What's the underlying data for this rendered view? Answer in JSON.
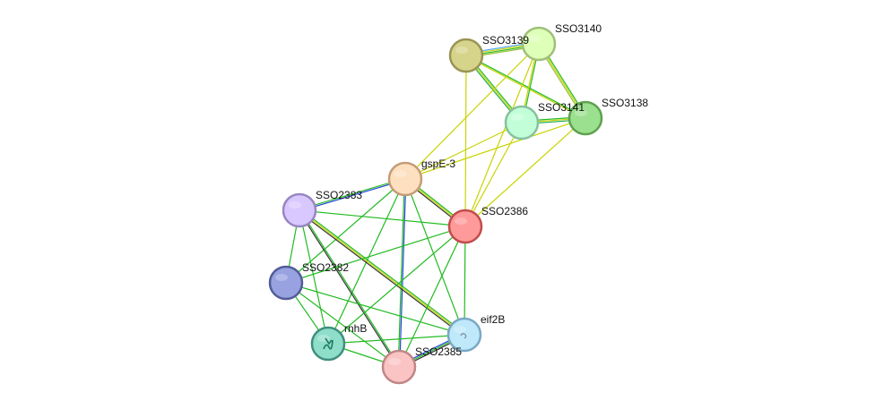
{
  "network": {
    "nodes": [
      {
        "id": "SSO3139",
        "label": "SSO3139",
        "fill": "#d6d38b",
        "stroke": "#9a9455"
      },
      {
        "id": "SSO3140",
        "label": "SSO3140",
        "fill": "#deffb8",
        "stroke": "#9fbf7a"
      },
      {
        "id": "SSO3141",
        "label": "SSO3141",
        "fill": "#c2ffd9",
        "stroke": "#86c29e"
      },
      {
        "id": "SSO3138",
        "label": "SSO3138",
        "fill": "#9be08f",
        "stroke": "#5ea14f"
      },
      {
        "id": "gspE-3",
        "label": "gspE-3",
        "fill": "#fde0bf",
        "stroke": "#c49c77"
      },
      {
        "id": "SSO2383",
        "label": "SSO2383",
        "fill": "#d9c8ff",
        "stroke": "#9886c1"
      },
      {
        "id": "SSO2386",
        "label": "SSO2386",
        "fill": "#ff9a9a",
        "stroke": "#c24c4c"
      },
      {
        "id": "SSO2382",
        "label": "SSO2382",
        "fill": "#98a2e1",
        "stroke": "#525c98"
      },
      {
        "id": "eif2B",
        "label": "eif2B",
        "fill": "#bfe8fb",
        "stroke": "#7aa8c2"
      },
      {
        "id": "rnhB",
        "label": "rnhB",
        "fill": "#8fdec9",
        "stroke": "#3e8f7e"
      },
      {
        "id": "SSO2385",
        "label": "SSO2385",
        "fill": "#fbc4c4",
        "stroke": "#c08686"
      }
    ],
    "edges": [
      {
        "source": "SSO3139",
        "target": "SSO3140",
        "colors": [
          "#5aa9ff",
          "#c8d400",
          "#22bb22",
          "#9bbf3a"
        ]
      },
      {
        "source": "SSO3139",
        "target": "SSO3141",
        "colors": [
          "#22bb22",
          "#c8d400",
          "#22aa55"
        ]
      },
      {
        "source": "SSO3139",
        "target": "SSO3138",
        "colors": [
          "#22bb22",
          "#c8d400"
        ]
      },
      {
        "source": "SSO3139",
        "target": "SSO2386",
        "colors": [
          "#c8d400"
        ]
      },
      {
        "source": "SSO3140",
        "target": "SSO3141",
        "colors": [
          "#22bb22",
          "#c8d400"
        ]
      },
      {
        "source": "SSO3140",
        "target": "SSO3138",
        "colors": [
          "#22bb22",
          "#c8d400",
          "#9bbf3a"
        ]
      },
      {
        "source": "SSO3140",
        "target": "gspE-3",
        "colors": [
          "#c8d400"
        ]
      },
      {
        "source": "SSO3140",
        "target": "SSO2386",
        "colors": [
          "#c8d400"
        ]
      },
      {
        "source": "SSO3141",
        "target": "SSO3138",
        "colors": [
          "#22bb22",
          "#c8d400",
          "#22aa55"
        ]
      },
      {
        "source": "SSO3141",
        "target": "gspE-3",
        "colors": [
          "#c8d400"
        ]
      },
      {
        "source": "SSO3141",
        "target": "SSO2386",
        "colors": [
          "#c8d400"
        ]
      },
      {
        "source": "SSO3138",
        "target": "gspE-3",
        "colors": [
          "#c8d400"
        ]
      },
      {
        "source": "SSO3138",
        "target": "SSO2386",
        "colors": [
          "#c8d400"
        ]
      },
      {
        "source": "gspE-3",
        "target": "SSO2386",
        "colors": [
          "#22bb22",
          "#c8d400",
          "#333333"
        ]
      },
      {
        "source": "gspE-3",
        "target": "SSO2383",
        "colors": [
          "#2244dd",
          "#22bb22"
        ]
      },
      {
        "source": "gspE-3",
        "target": "SSO2382",
        "colors": [
          "#22bb22"
        ]
      },
      {
        "source": "gspE-3",
        "target": "rnhB",
        "colors": [
          "#22bb22"
        ]
      },
      {
        "source": "gspE-3",
        "target": "SSO2385",
        "colors": [
          "#2244dd",
          "#22bb22"
        ]
      },
      {
        "source": "gspE-3",
        "target": "eif2B",
        "colors": [
          "#22bb22"
        ]
      },
      {
        "source": "SSO2383",
        "target": "SSO2386",
        "colors": [
          "#22bb22"
        ]
      },
      {
        "source": "SSO2383",
        "target": "SSO2382",
        "colors": [
          "#22bb22"
        ]
      },
      {
        "source": "SSO2383",
        "target": "rnhB",
        "colors": [
          "#22bb22"
        ]
      },
      {
        "source": "SSO2383",
        "target": "SSO2385",
        "colors": [
          "#22bb22",
          "#333333"
        ]
      },
      {
        "source": "SSO2383",
        "target": "eif2B",
        "colors": [
          "#22bb22",
          "#c8d400",
          "#333333"
        ]
      },
      {
        "source": "SSO2386",
        "target": "SSO2382",
        "colors": [
          "#22bb22"
        ]
      },
      {
        "source": "SSO2386",
        "target": "rnhB",
        "colors": [
          "#22bb22"
        ]
      },
      {
        "source": "SSO2386",
        "target": "SSO2385",
        "colors": [
          "#22bb22"
        ]
      },
      {
        "source": "SSO2386",
        "target": "eif2B",
        "colors": [
          "#22bb22"
        ]
      },
      {
        "source": "SSO2382",
        "target": "rnhB",
        "colors": [
          "#22bb22"
        ]
      },
      {
        "source": "SSO2382",
        "target": "SSO2385",
        "colors": [
          "#22bb22"
        ]
      },
      {
        "source": "SSO2382",
        "target": "eif2B",
        "colors": [
          "#22bb22"
        ]
      },
      {
        "source": "rnhB",
        "target": "SSO2385",
        "colors": [
          "#22bb22"
        ]
      },
      {
        "source": "rnhB",
        "target": "eif2B",
        "colors": [
          "#22bb22"
        ]
      },
      {
        "source": "SSO2385",
        "target": "eif2B",
        "colors": [
          "#2244dd",
          "#22bb22",
          "#333333"
        ]
      }
    ]
  }
}
